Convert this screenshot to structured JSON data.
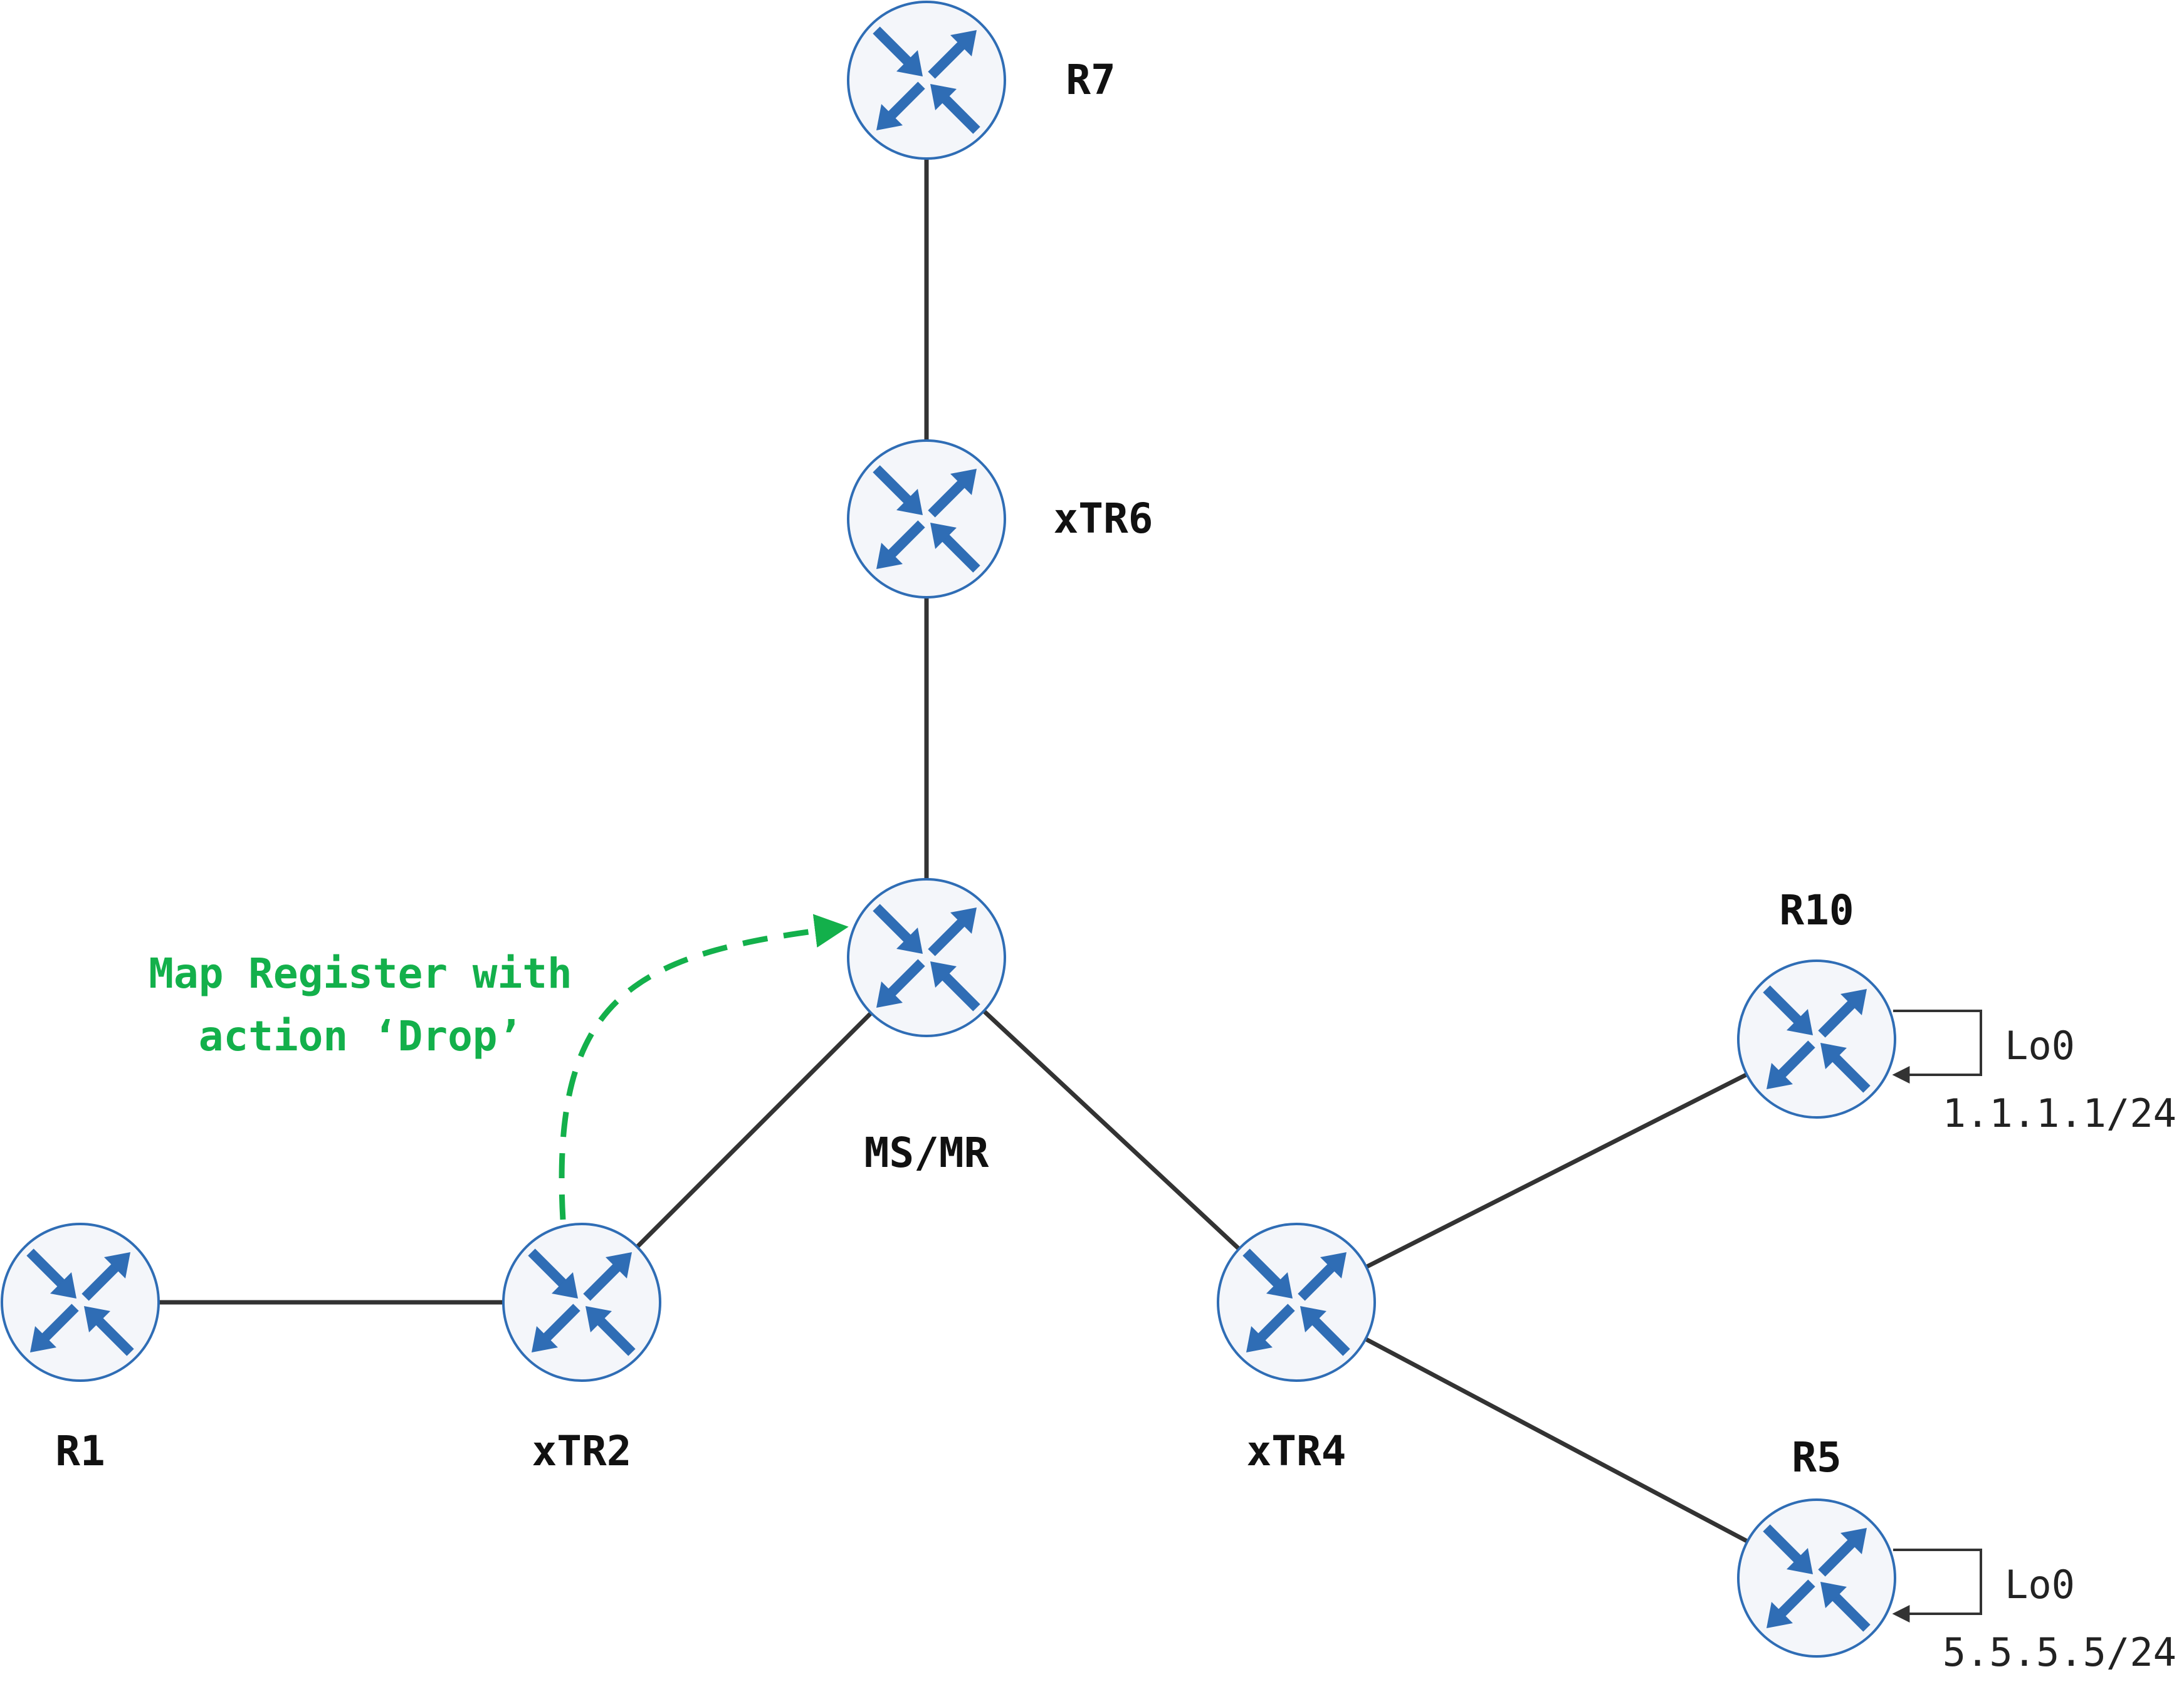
{
  "nodes": [
    {
      "id": "R7",
      "label": "R7"
    },
    {
      "id": "xTR6",
      "label": "xTR6"
    },
    {
      "id": "MSMR",
      "label": "MS/MR"
    },
    {
      "id": "R1",
      "label": "R1"
    },
    {
      "id": "xTR2",
      "label": "xTR2"
    },
    {
      "id": "xTR4",
      "label": "xTR4"
    },
    {
      "id": "R10",
      "label": "R10"
    },
    {
      "id": "R5",
      "label": "R5"
    }
  ],
  "links": [
    {
      "from": "R7",
      "to": "xTR6"
    },
    {
      "from": "xTR6",
      "to": "MSMR"
    },
    {
      "from": "MSMR",
      "to": "xTR2"
    },
    {
      "from": "MSMR",
      "to": "xTR4"
    },
    {
      "from": "R1",
      "to": "xTR2"
    },
    {
      "from": "xTR4",
      "to": "R10"
    },
    {
      "from": "xTR4",
      "to": "R5"
    }
  ],
  "annotation": {
    "from": "xTR2",
    "to": "MSMR",
    "line1": "Map Register with",
    "line2": "action ‘Drop’",
    "color": "#13b04b"
  },
  "loopbacks": [
    {
      "node": "R10",
      "iface": "Lo0",
      "address": "1.1.1.1/24"
    },
    {
      "node": "R5",
      "iface": "Lo0",
      "address": "5.5.5.5/24"
    }
  ],
  "colors": {
    "icon_arrow": "#2f6db5",
    "link": "#333333",
    "router_fill": "#f4f6fa"
  },
  "icon": "router-icon"
}
